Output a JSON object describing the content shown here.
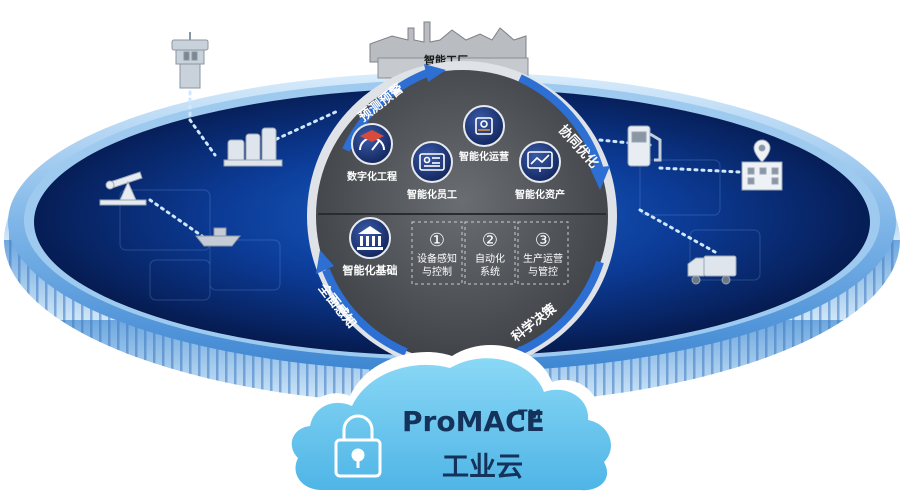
{
  "factory": {
    "label": "智能工厂"
  },
  "ring_labels": {
    "top_left": "预测预警",
    "top_right": "协同优化",
    "bottom_left": "全面感知",
    "bottom_right": "科学决策"
  },
  "upper_modules": [
    {
      "label": "数字化工程",
      "icon": "gauge-icon"
    },
    {
      "label": "智能化员工",
      "icon": "id-card-icon"
    },
    {
      "label": "智能化运营",
      "icon": "machine-icon"
    },
    {
      "label": "智能化资产",
      "icon": "chart-monitor-icon"
    }
  ],
  "base": {
    "label": "智能化基础",
    "icon": "bank-icon"
  },
  "base_boxes": [
    {
      "num": "①",
      "line1": "设备感知",
      "line2": "与控制"
    },
    {
      "num": "②",
      "line1": "自动化",
      "line2": "系统"
    },
    {
      "num": "③",
      "line1": "生产运营",
      "line2": "与管控"
    }
  ],
  "cloud": {
    "title": "ProMACE",
    "tm": "TM",
    "subtitle": "工业云",
    "icon": "padlock-icon"
  },
  "peripheral_icons": [
    "control-tower-icon",
    "refinery-icon",
    "oil-pump-icon",
    "ship-icon",
    "fuel-station-icon",
    "city-location-icon",
    "truck-icon"
  ],
  "colors": {
    "deep_blue": "#0a2a6e",
    "glow_blue": "#2f8cf0",
    "center_gray": "#4a4d52",
    "arrow_blue": "#2d6fd3",
    "cloud_blue": "#6ecbf0"
  }
}
